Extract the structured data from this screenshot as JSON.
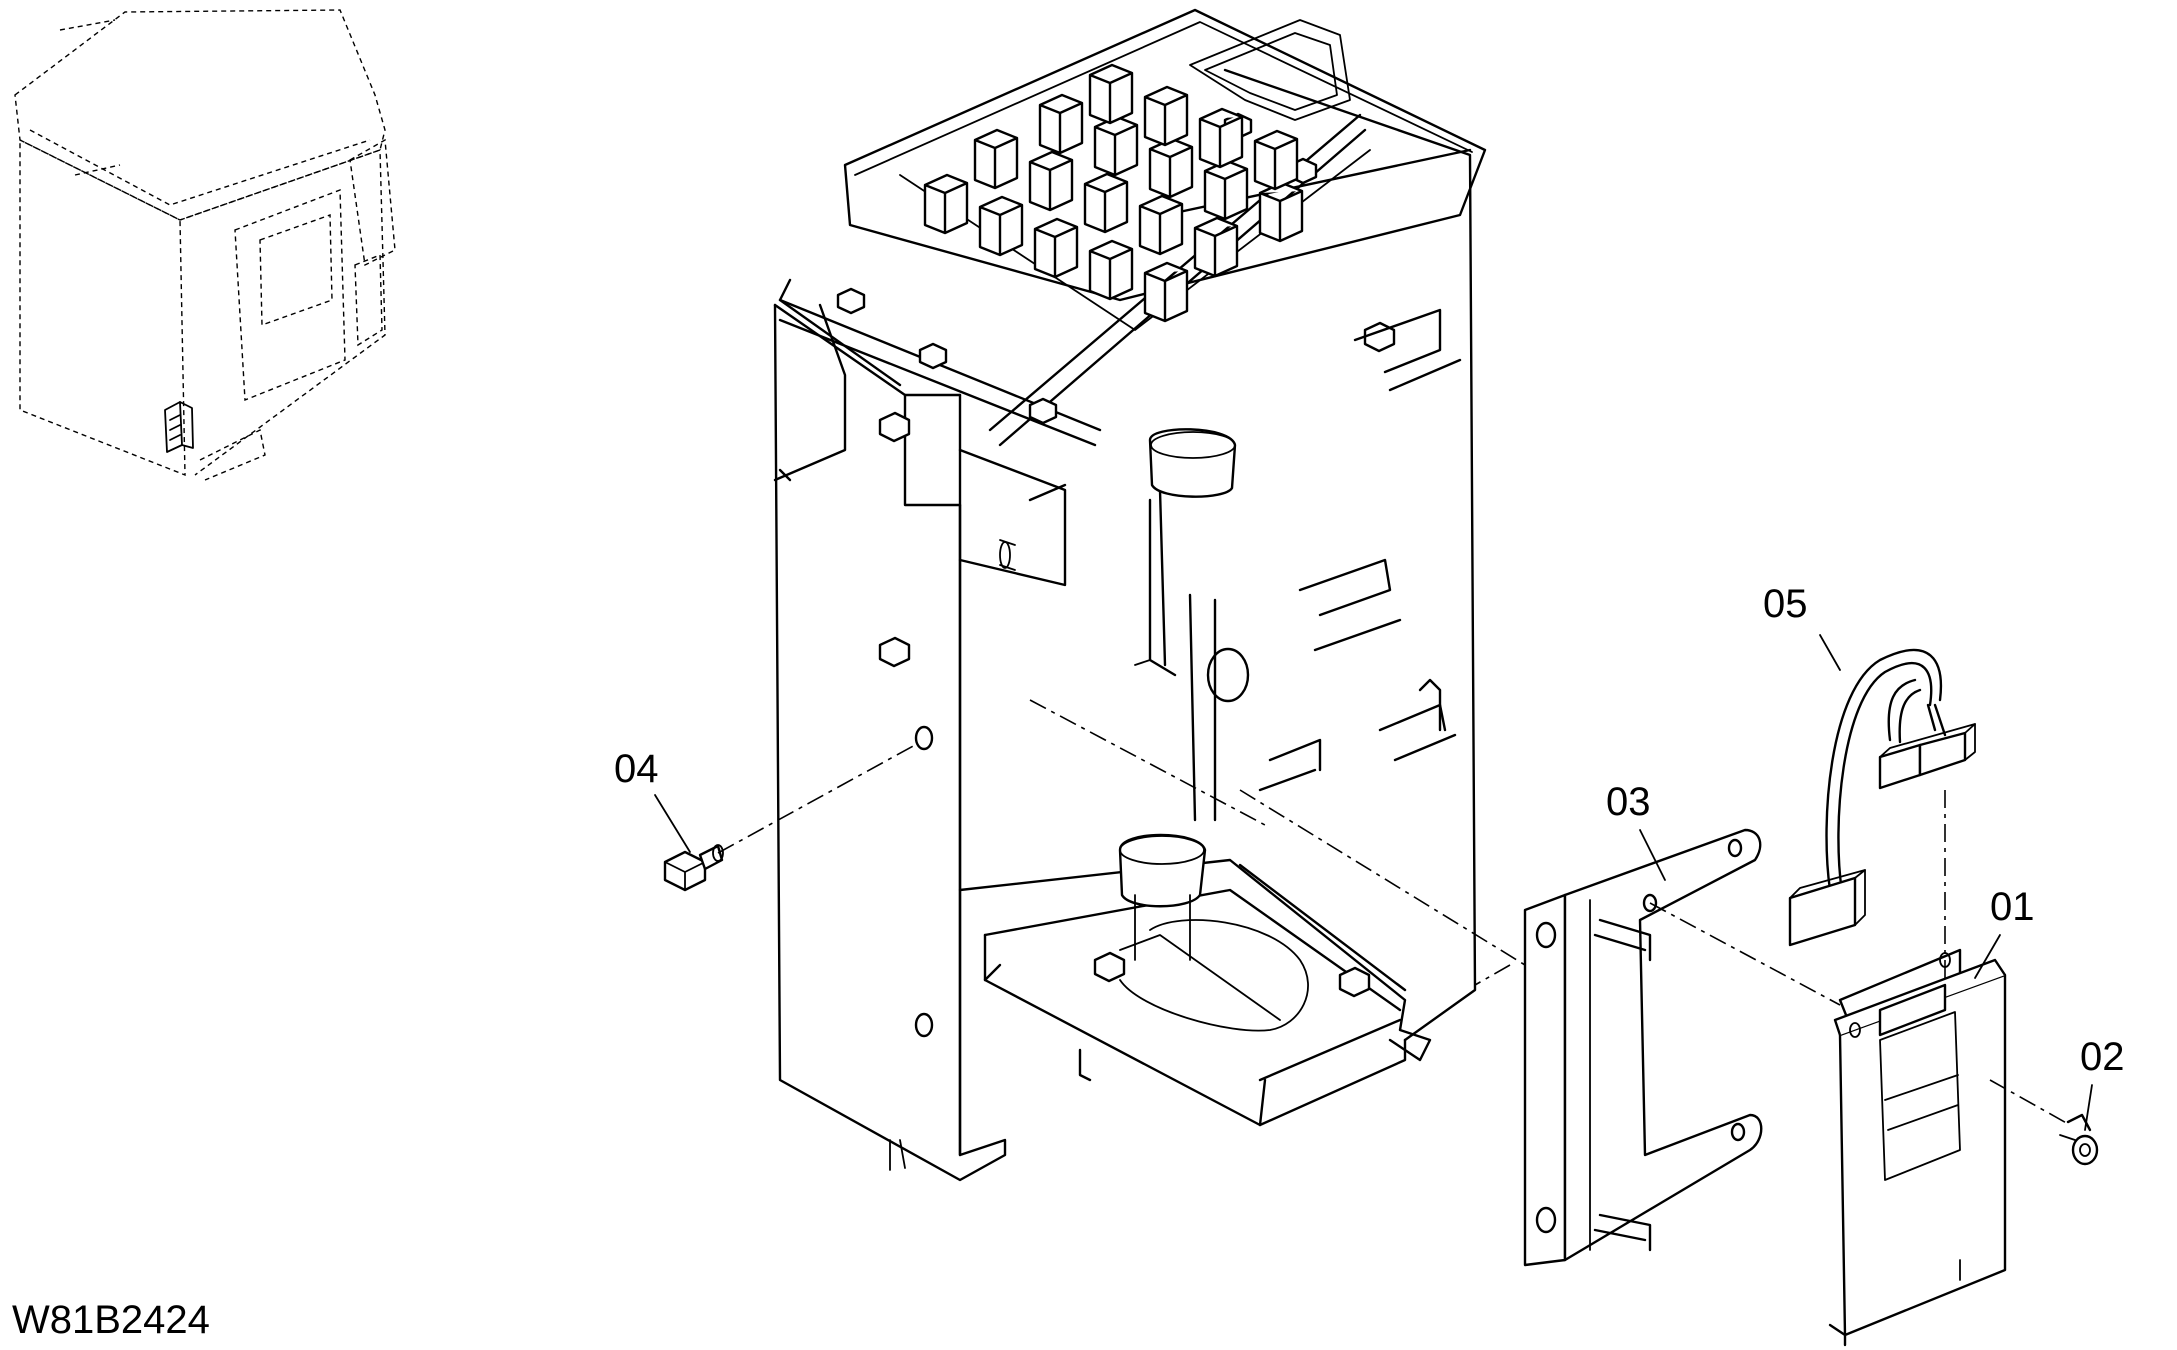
{
  "drawing_code": "W81B2424",
  "callouts": [
    {
      "id": "01",
      "label": "01"
    },
    {
      "id": "02",
      "label": "02"
    },
    {
      "id": "03",
      "label": "03"
    },
    {
      "id": "04",
      "label": "04"
    },
    {
      "id": "05",
      "label": "05"
    }
  ]
}
